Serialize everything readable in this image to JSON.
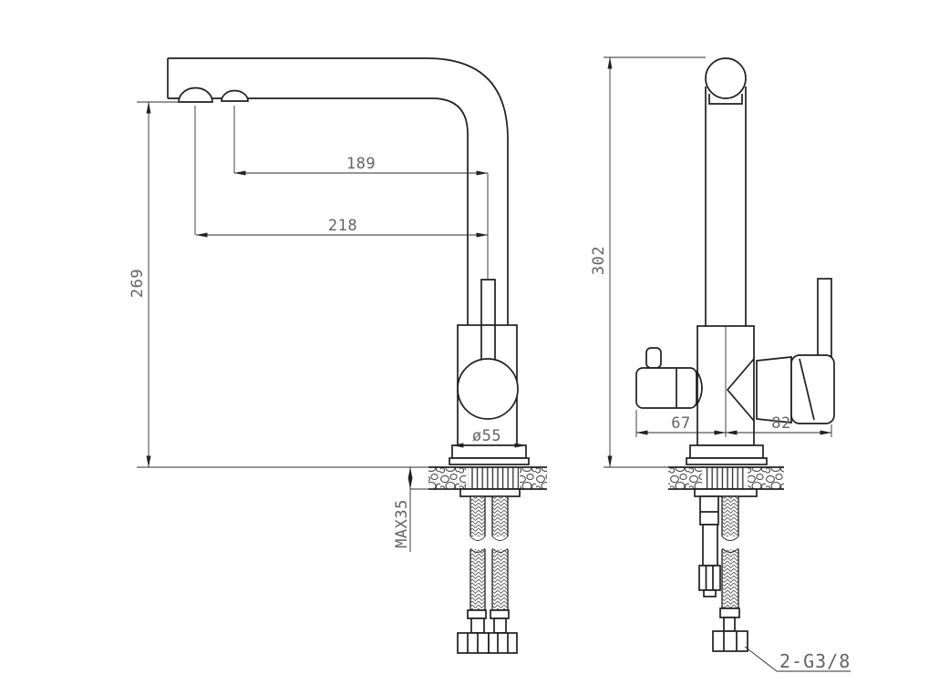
{
  "document": {
    "type": "technical-drawing",
    "subject": "kitchen-faucet-two-projection-dimension-drawing",
    "background_color": "#ffffff",
    "outline_color": "#1f1f1f",
    "dimension_line_color": "#2e2e2e",
    "dimension_text_color": "#646464"
  },
  "side_view": {
    "dimensions": {
      "spout_reach_upper": "189",
      "spout_reach_lower": "218",
      "height_to_spout": "269",
      "base_diameter": "ø55",
      "max_counter_thickness": "MAX35"
    }
  },
  "front_view": {
    "dimensions": {
      "total_height": "302",
      "left_outlet_offset": "67",
      "handle_offset": "82",
      "hose_thread": "2-G3/8"
    }
  }
}
